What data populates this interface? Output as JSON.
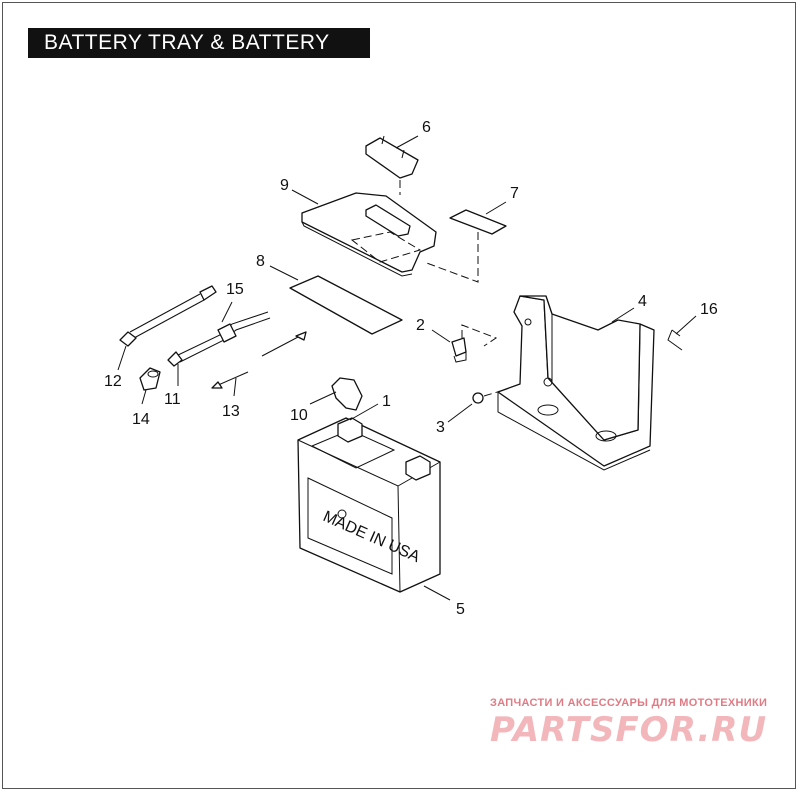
{
  "title": "BATTERY TRAY & BATTERY",
  "callouts": {
    "n1": "1",
    "n2": "2",
    "n3": "3",
    "n4": "4",
    "n5": "5",
    "n6": "6",
    "n7": "7",
    "n8": "8",
    "n9": "9",
    "n10": "10",
    "n11": "11",
    "n12": "12",
    "n13": "13",
    "n14": "14",
    "n15": "15",
    "n16": "16"
  },
  "battery_label": "MADE IN USA",
  "watermark": {
    "subtitle": "ЗАПЧАСТИ И АКСЕССУАРЫ ДЛЯ МОТОТЕХНИКИ",
    "logo": "PARTSFOR.RU"
  },
  "colors": {
    "title_bg": "#111111",
    "line": "#111111",
    "watermark_text": "#e07b84",
    "watermark_logo": "#f2b6bb"
  }
}
